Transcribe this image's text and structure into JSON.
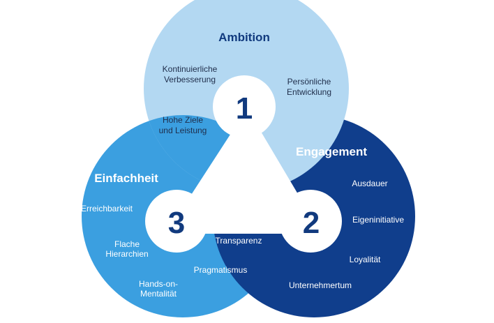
{
  "colors": {
    "ambition": "#b3d8f2",
    "engagement": "#103e8c",
    "einfachheit": "#3b9fe0",
    "dark_text": "#113a7e",
    "white": "#ffffff"
  },
  "ambition": {
    "title": "Ambition",
    "number": "1",
    "items": [
      [
        "Kontinuierliche",
        "Verbesserung"
      ],
      [
        "Persönliche",
        "Entwicklung"
      ],
      [
        "Hohe Ziele",
        "und Leistung"
      ]
    ]
  },
  "engagement": {
    "title": "Engagement",
    "number": "2",
    "items": [
      "Ausdauer",
      "Eigeninitiative",
      "Loyalität",
      "Unternehmertum"
    ]
  },
  "einfachheit": {
    "title": "Einfachheit",
    "number": "3",
    "items": [
      [
        "Erreichbarkeit"
      ],
      [
        "Flache",
        "Hierarchien"
      ],
      [
        "Hands-on-",
        "Mentalität"
      ],
      [
        "Transparenz"
      ],
      [
        "Pragmatismus"
      ]
    ]
  }
}
